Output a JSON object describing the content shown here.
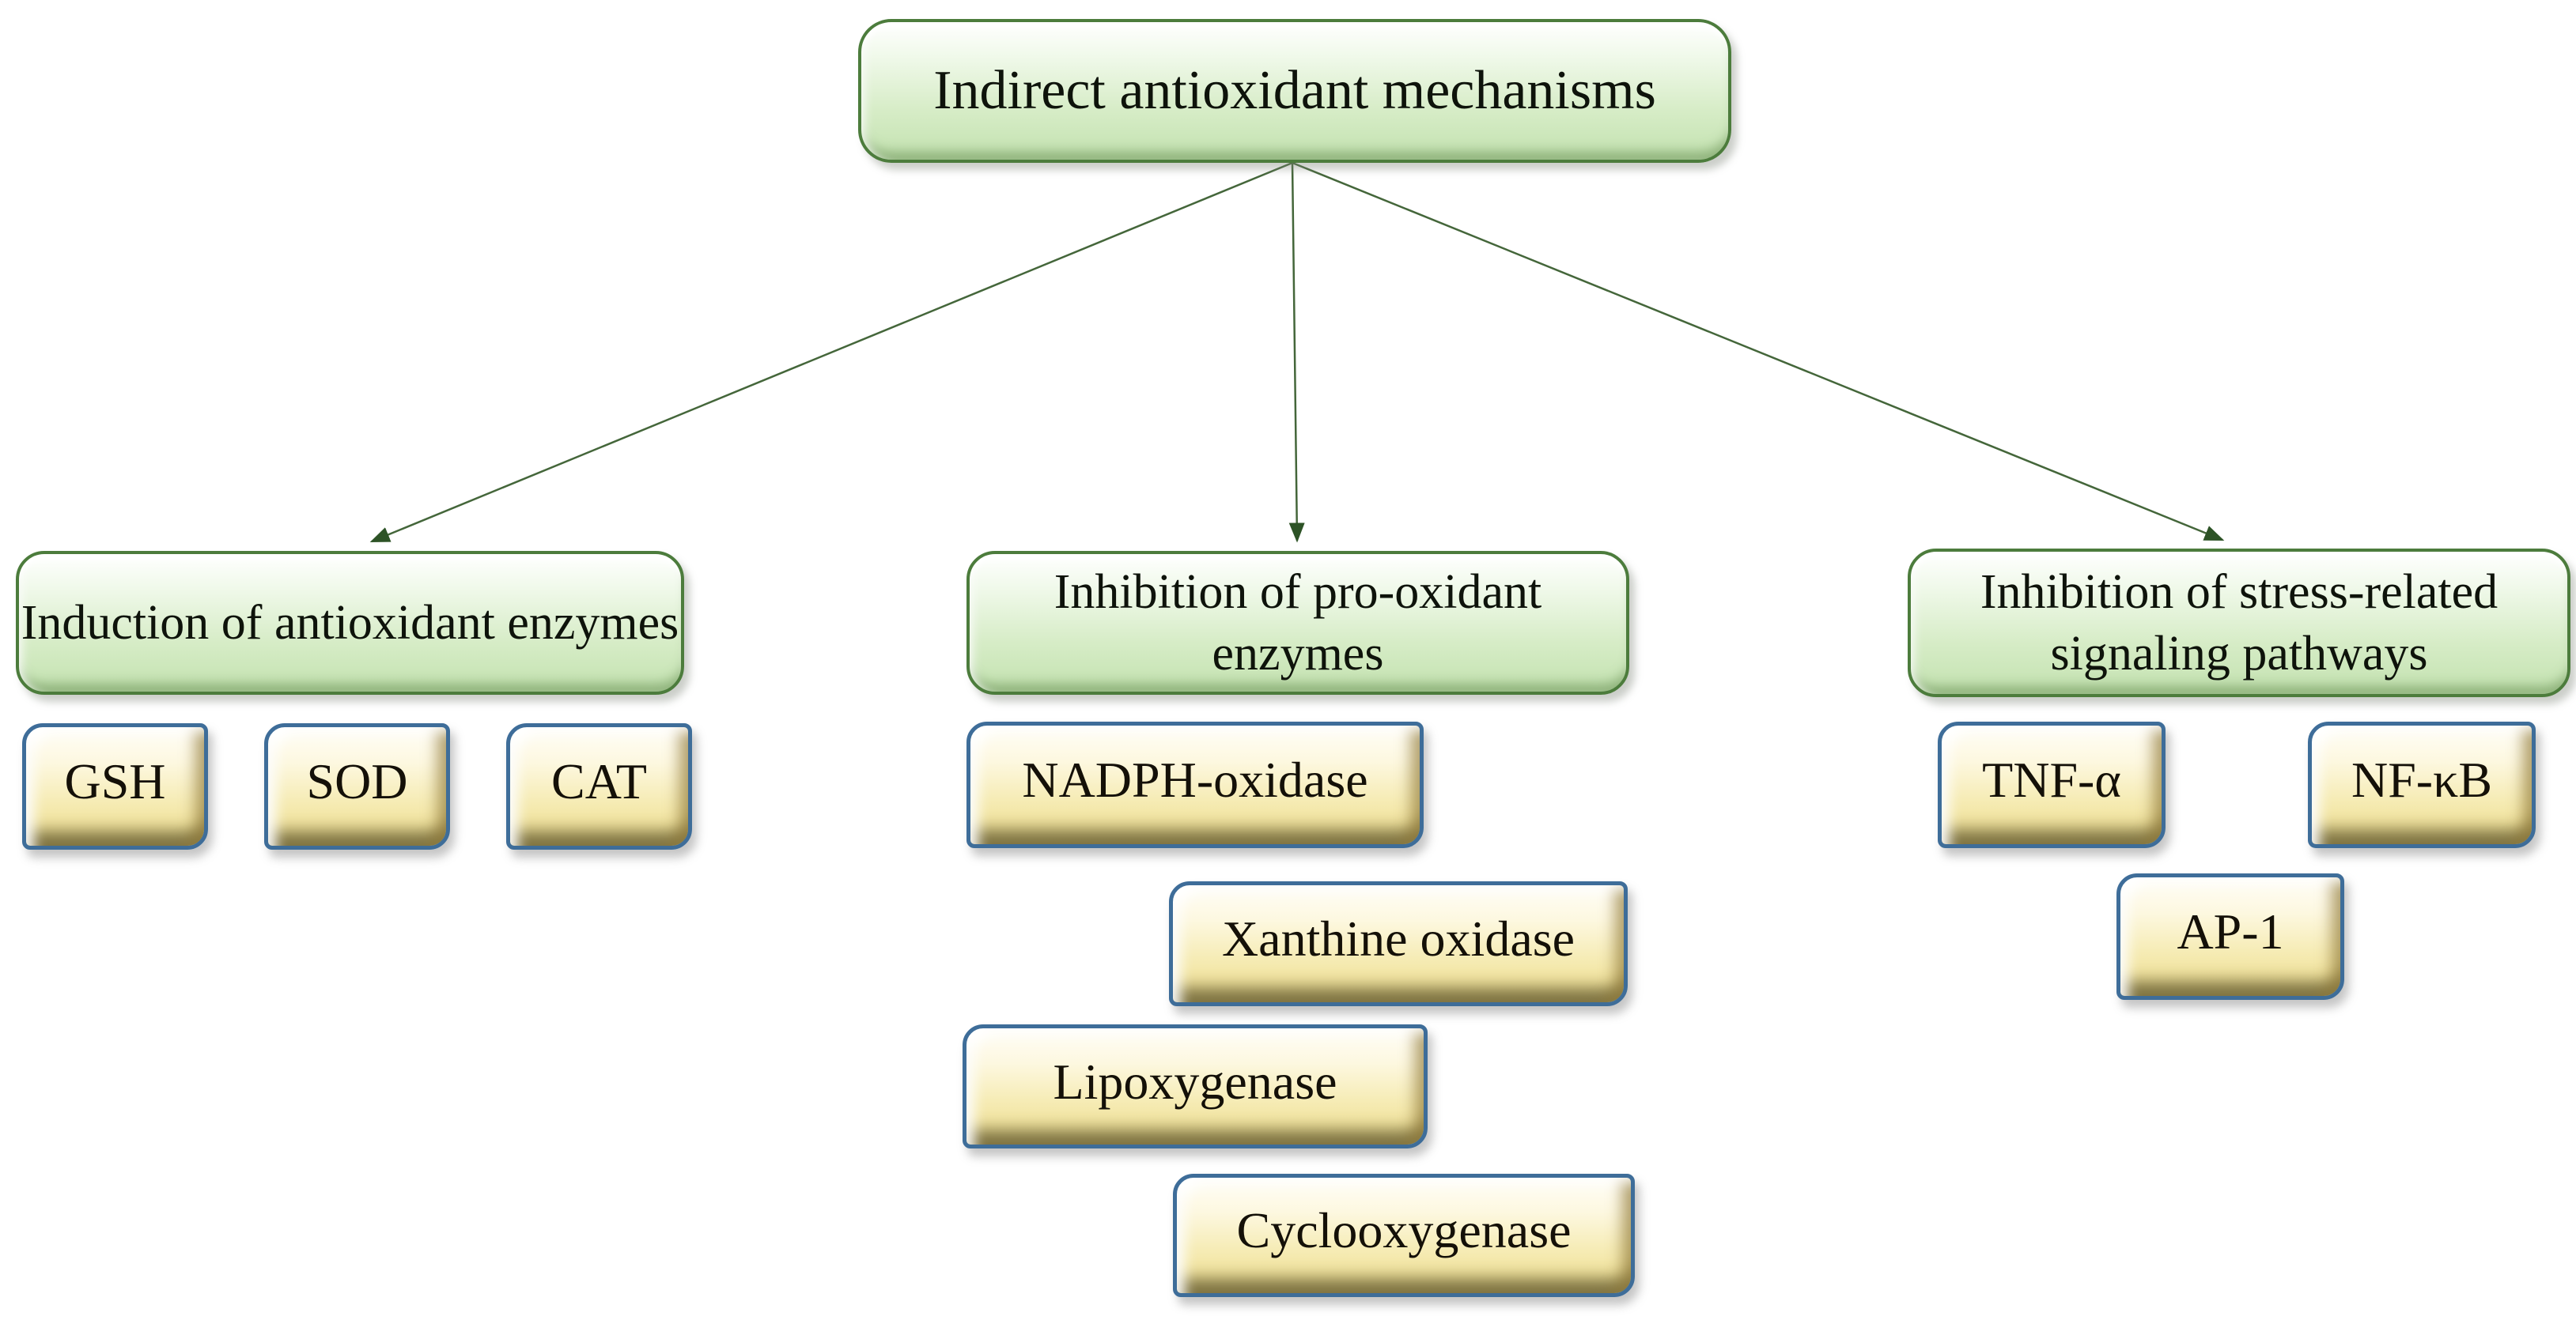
{
  "title": "Indirect antioxidant mechanisms",
  "branches": [
    {
      "label": "Induction of antioxidant enzymes",
      "children": [
        {
          "label": "GSH"
        },
        {
          "label": "SOD"
        },
        {
          "label": "CAT"
        }
      ]
    },
    {
      "label": "Inhibition of pro-oxidant enzymes",
      "children": [
        {
          "label": "NADPH-oxidase"
        },
        {
          "label": "Xanthine oxidase"
        },
        {
          "label": "Lipoxygenase"
        },
        {
          "label": "Cyclooxygenase"
        }
      ]
    },
    {
      "label": "Inhibition of stress-related signaling pathways",
      "children": [
        {
          "label": "TNF-α"
        },
        {
          "label": "NF-κB"
        },
        {
          "label": "AP-1"
        }
      ]
    }
  ],
  "colors": {
    "background": "#ffffff",
    "green_node_border": "#4c7c3c",
    "green_node_fill_bottom": "#c3e2b0",
    "yellow_node_border": "#3e6d99",
    "yellow_node_fill_bottom": "#eedc8a",
    "connector_line": "#44663a",
    "arrowhead": "#2d5326",
    "text": "#141008"
  }
}
